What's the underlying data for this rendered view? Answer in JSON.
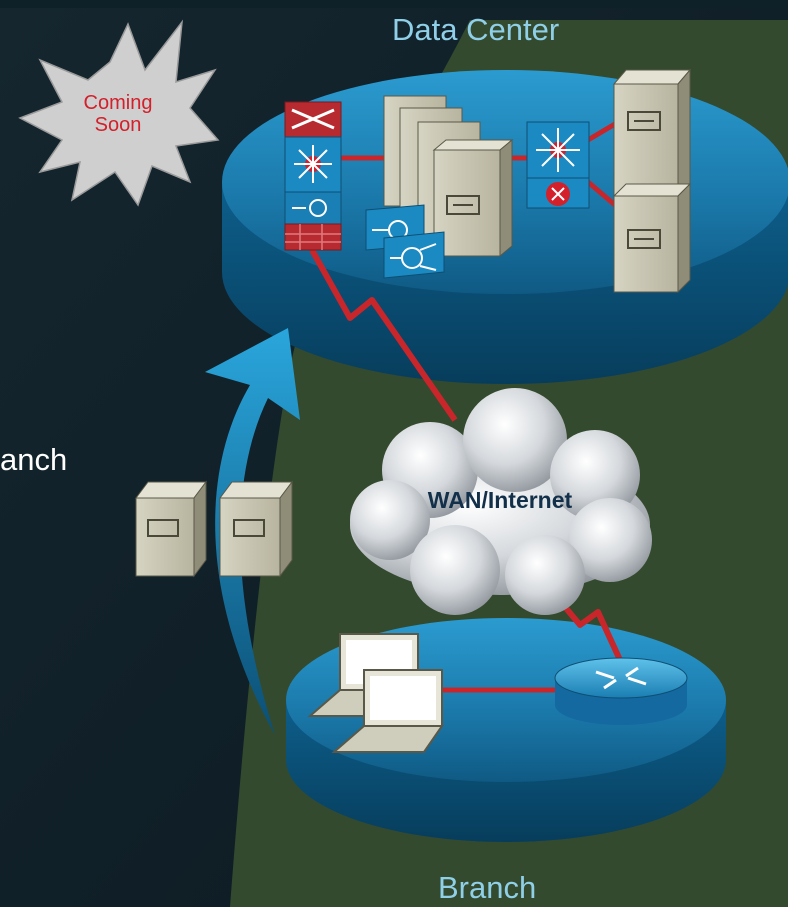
{
  "labels": {
    "data_center": "Data Center",
    "branch": "Branch",
    "partial_left": "anch",
    "cloud": "WAN/Internet"
  },
  "badge": {
    "line1": "Coming",
    "line2": "Soon"
  },
  "colors": {
    "link": "#c8262a",
    "platter": "#1d7fae",
    "label": "#8fd0e8",
    "badge_text": "#d3202a",
    "arrow": "#1e93c9"
  }
}
